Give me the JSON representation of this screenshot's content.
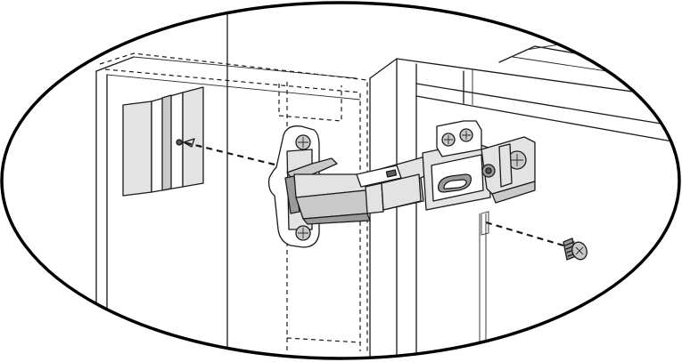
{
  "figure": {
    "subject": "concealed-cabinet-hinge-installation",
    "colors": {
      "line": "#1a1a1a",
      "metal_light": "#e3e3e3",
      "metal_mid": "#c9c9c9",
      "metal_dark": "#9a9a9a",
      "shadow": "#5a5a5a",
      "background": "#ffffff"
    },
    "icons": [
      "hinge-cup",
      "hinge-arm",
      "mounting-plate",
      "screw",
      "dowel",
      "door-panel",
      "cabinet-side-panel"
    ]
  }
}
